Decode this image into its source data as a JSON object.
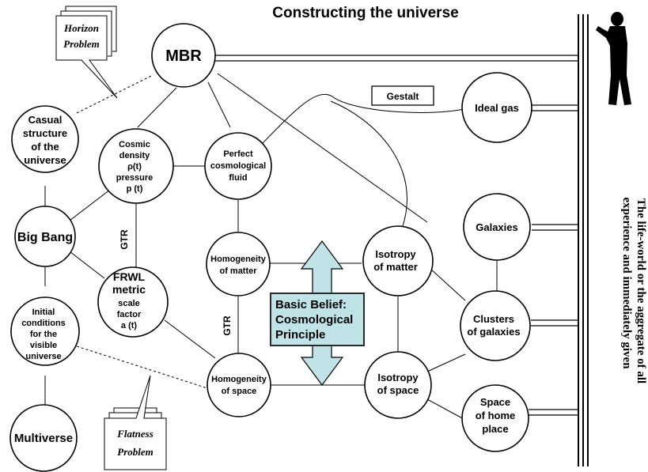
{
  "title": "Constructing  the universe",
  "notes": {
    "horizon": [
      "Horizon",
      "Problem"
    ],
    "flatness": [
      "Flatness",
      "Problem"
    ]
  },
  "gestalt": "Gestalt",
  "gtr_label": "GTR",
  "basic_belief": [
    "Basic Belief:",
    "Cosmological",
    "Principle"
  ],
  "lifeworld": [
    "The life-world or the aggregate of all",
    "experience and immediately given"
  ],
  "nodes": {
    "mbr": [
      "MBR"
    ],
    "causal": [
      "Casual",
      "structure",
      "of the",
      "universe"
    ],
    "density": [
      "Cosmic",
      "density",
      "ρ(t)",
      "pressure",
      "p (t)"
    ],
    "fluid": [
      "Perfect",
      "cosmological",
      "fluid"
    ],
    "idealgas": [
      "Ideal gas"
    ],
    "bigbang": [
      "Big Bang"
    ],
    "frwl": [
      "FRWL",
      "metric",
      "scale",
      "factor",
      "a (t)"
    ],
    "hom_matter": [
      "Homogeneity",
      "of matter"
    ],
    "iso_matter": [
      "Isotropy",
      "of matter"
    ],
    "galaxies": [
      "Galaxies"
    ],
    "initial": [
      "Initial",
      "conditions",
      "for the",
      "visible",
      "universe"
    ],
    "clusters": [
      "Clusters",
      "of galaxies"
    ],
    "hom_space": [
      "Homogeneity",
      "of space"
    ],
    "iso_space": [
      "Isotropy",
      "of space"
    ],
    "home": [
      "Space",
      "of home",
      "place"
    ],
    "multiverse": [
      "Multiverse"
    ]
  },
  "colors": {
    "belief_fill": "#bfe3e6",
    "belief_stroke": "#2a2a2a",
    "arrow_fill": "#bfe3e6",
    "silhouette": "#000000"
  }
}
